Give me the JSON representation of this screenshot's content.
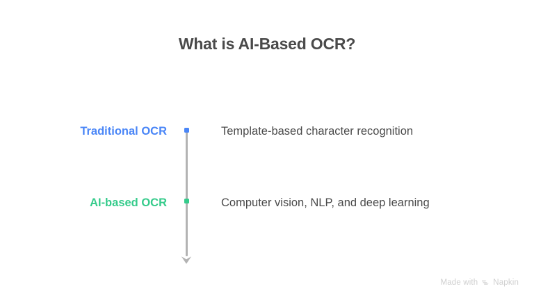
{
  "page": {
    "title": "What is AI-Based OCR?",
    "background_color": "#ffffff",
    "text_color": "#4a4a4a"
  },
  "diagram": {
    "type": "vertical-timeline",
    "axis": {
      "icon": "down-arrow-icon",
      "line_color": "#b3b3b3",
      "arrow_direction": "down"
    },
    "rows": [
      {
        "label": "Traditional OCR",
        "description": "Template-based character recognition",
        "color": "#4a86f7",
        "marker": "square-dot-marker"
      },
      {
        "label": "AI-based OCR",
        "description": "Computer vision, NLP, and deep learning",
        "color": "#35cb8b",
        "marker": "square-dot-marker"
      }
    ]
  },
  "watermark": {
    "text_before": "Made with",
    "brand": "Napkin",
    "icon": "napkin-logo-icon",
    "color": "#cfcfcf"
  }
}
